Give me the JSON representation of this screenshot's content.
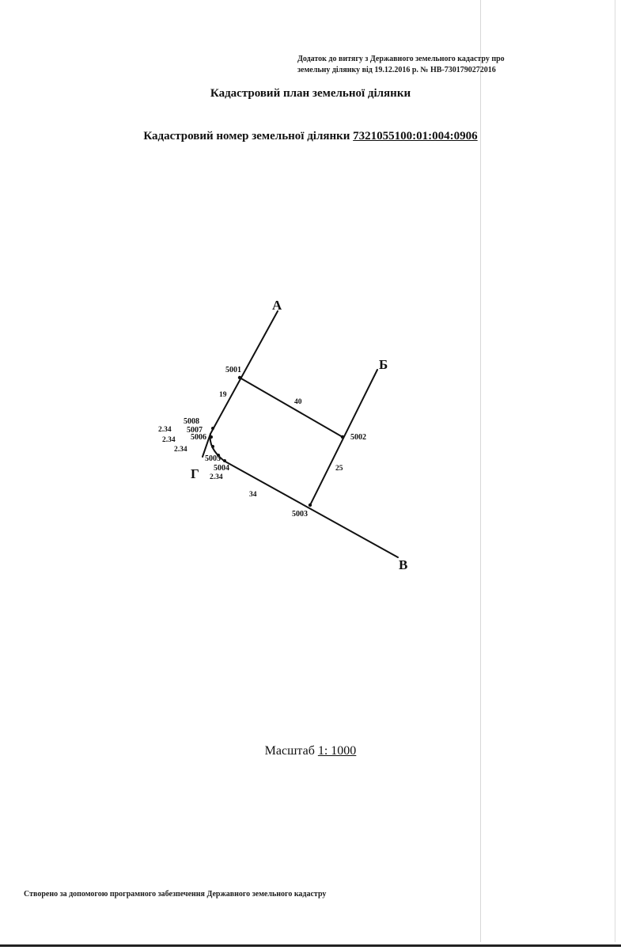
{
  "header": {
    "note_line1": "Додаток до витягу з Державного земельного кадастру про",
    "note_line2": "земельну ділянку від 19.12.2016 р. № НВ-7301790272016"
  },
  "title": "Кадастровий план земельної ділянки",
  "cadastral": {
    "label": "Кадастровий номер земельної ділянки",
    "number": "7321055100:01:004:0906"
  },
  "plan": {
    "directions": [
      "А",
      "Б",
      "В",
      "Г"
    ],
    "points": [
      "5001",
      "5002",
      "5003",
      "5004",
      "5005",
      "5006",
      "5007",
      "5008"
    ],
    "dimensions": {
      "side_5001_5002": "40",
      "side_5002_5003": "25",
      "side_5003_west": "34",
      "side_5001_west": "19",
      "small_1": "2.34",
      "small_2": "2.34",
      "small_3": "2.34",
      "small_4": "2.34"
    }
  },
  "scale": {
    "label": "Масштаб",
    "value": "1: 1000"
  },
  "footer": "Створено за допомогою програмного забезпечення Державного земельного кадастру"
}
